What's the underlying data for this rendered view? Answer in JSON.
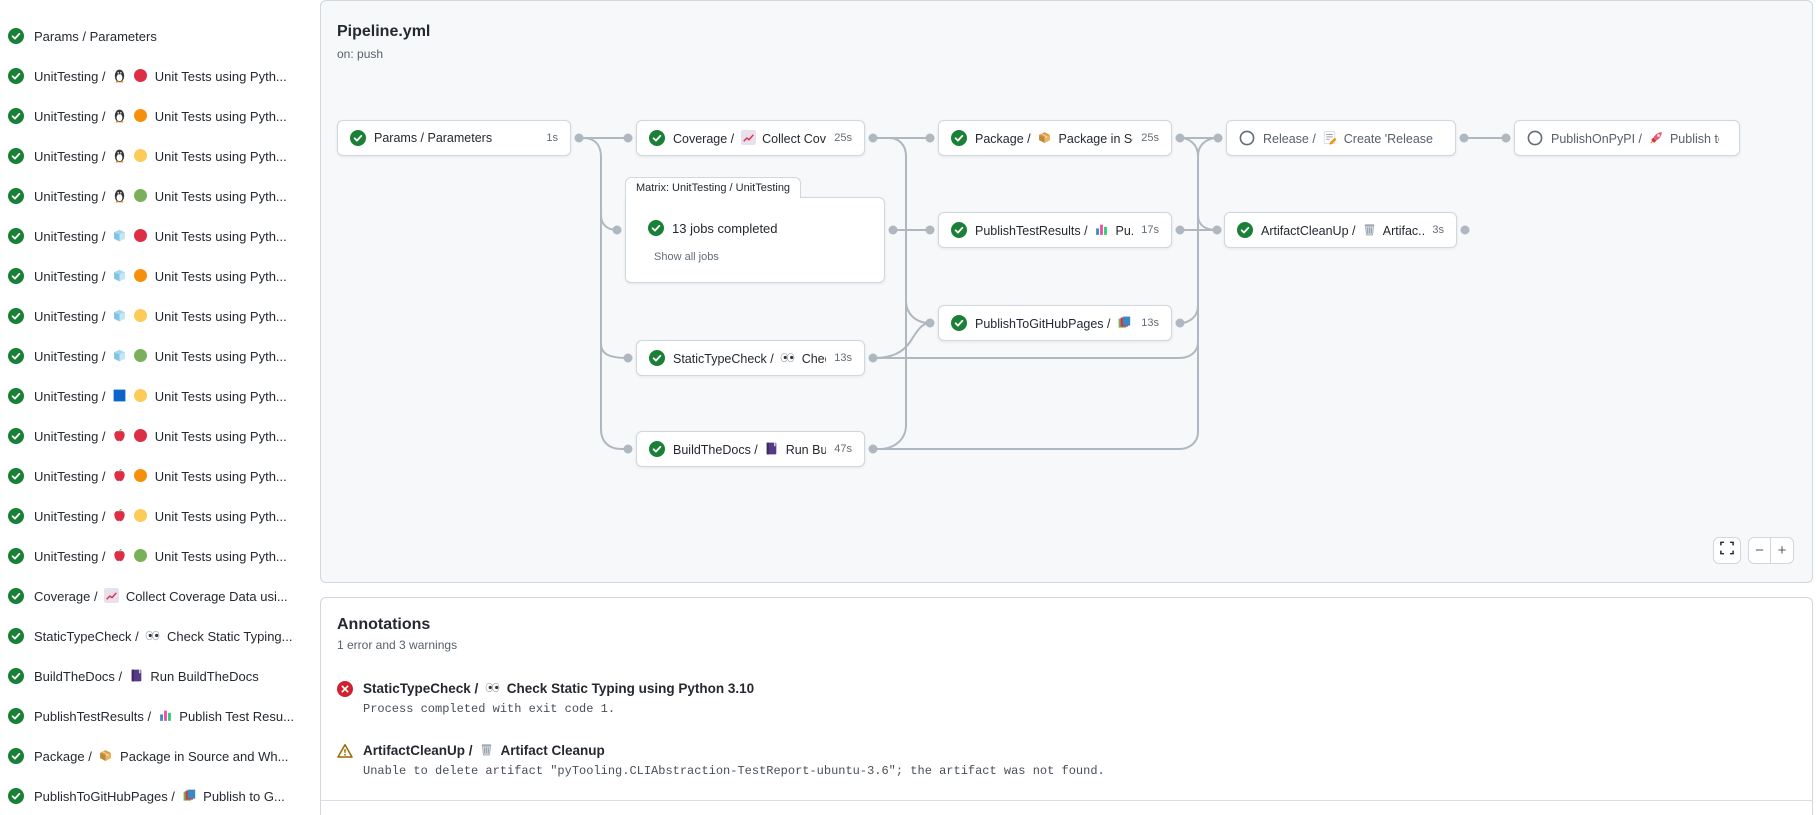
{
  "colors": {
    "success": "#1a7f37",
    "error": "#cf222e",
    "warning": "#9a6700",
    "edge": "#afb8c1",
    "dot-red": "#dd2e44",
    "dot-orange": "#f4900c",
    "dot-yellow": "#fdcb58",
    "dot-green": "#78b159"
  },
  "sidebar": {
    "jobs": [
      {
        "status": "success",
        "prefix": "Params / Parameters",
        "icons": [],
        "text": ""
      },
      {
        "status": "success",
        "prefix": "UnitTesting /",
        "icons": [
          "penguin",
          "dot-red"
        ],
        "text": "Unit Tests using Pyth..."
      },
      {
        "status": "success",
        "prefix": "UnitTesting /",
        "icons": [
          "penguin",
          "dot-orange"
        ],
        "text": "Unit Tests using Pyth..."
      },
      {
        "status": "success",
        "prefix": "UnitTesting /",
        "icons": [
          "penguin",
          "dot-yellow"
        ],
        "text": "Unit Tests using Pyth..."
      },
      {
        "status": "success",
        "prefix": "UnitTesting /",
        "icons": [
          "penguin",
          "dot-green"
        ],
        "text": "Unit Tests using Pyth..."
      },
      {
        "status": "success",
        "prefix": "UnitTesting /",
        "icons": [
          "ice-cube",
          "dot-red"
        ],
        "text": "Unit Tests using Pyth..."
      },
      {
        "status": "success",
        "prefix": "UnitTesting /",
        "icons": [
          "ice-cube",
          "dot-orange"
        ],
        "text": "Unit Tests using Pyth..."
      },
      {
        "status": "success",
        "prefix": "UnitTesting /",
        "icons": [
          "ice-cube",
          "dot-yellow"
        ],
        "text": "Unit Tests using Pyth..."
      },
      {
        "status": "success",
        "prefix": "UnitTesting /",
        "icons": [
          "ice-cube",
          "dot-green"
        ],
        "text": "Unit Tests using Pyth..."
      },
      {
        "status": "success",
        "prefix": "UnitTesting /",
        "icons": [
          "blue-square",
          "dot-yellow"
        ],
        "text": "Unit Tests using Pyth..."
      },
      {
        "status": "success",
        "prefix": "UnitTesting /",
        "icons": [
          "red-apple",
          "dot-red"
        ],
        "text": "Unit Tests using Pyth..."
      },
      {
        "status": "success",
        "prefix": "UnitTesting /",
        "icons": [
          "red-apple",
          "dot-orange"
        ],
        "text": "Unit Tests using Pyth..."
      },
      {
        "status": "success",
        "prefix": "UnitTesting /",
        "icons": [
          "red-apple",
          "dot-yellow"
        ],
        "text": "Unit Tests using Pyth..."
      },
      {
        "status": "success",
        "prefix": "UnitTesting /",
        "icons": [
          "red-apple",
          "dot-green"
        ],
        "text": "Unit Tests using Pyth..."
      },
      {
        "status": "success",
        "prefix": "Coverage /",
        "icons": [
          "chart-increasing"
        ],
        "text": "Collect Coverage Data usi..."
      },
      {
        "status": "success",
        "prefix": "StaticTypeCheck /",
        "icons": [
          "eyes"
        ],
        "text": "Check Static Typing..."
      },
      {
        "status": "success",
        "prefix": "BuildTheDocs /",
        "icons": [
          "notebook"
        ],
        "text": "Run BuildTheDocs"
      },
      {
        "status": "success",
        "prefix": "PublishTestResults /",
        "icons": [
          "bar-chart"
        ],
        "text": "Publish Test Resu..."
      },
      {
        "status": "success",
        "prefix": "Package /",
        "icons": [
          "package-box"
        ],
        "text": "Package in Source and Wh..."
      },
      {
        "status": "success",
        "prefix": "PublishToGitHubPages /",
        "icons": [
          "layered-pages"
        ],
        "text": "Publish to G..."
      }
    ]
  },
  "graph": {
    "title": "Pipeline.yml",
    "trigger": "on: push",
    "nodes": [
      {
        "id": "params",
        "status": "success",
        "prefix": "Params / Parameters",
        "icon": null,
        "text": "",
        "duration": "1s"
      },
      {
        "id": "coverage",
        "status": "success",
        "prefix": "Coverage /",
        "icon": "chart-increasing",
        "text": "Collect Cove...",
        "duration": "25s"
      },
      {
        "id": "package",
        "status": "success",
        "prefix": "Package /",
        "icon": "package-box",
        "text": "Package in So...",
        "duration": "25s"
      },
      {
        "id": "release",
        "status": "skipped",
        "prefix": "Release /",
        "icon": "memo-pencil",
        "text": "Create 'Release P...",
        "duration": ""
      },
      {
        "id": "pypi",
        "status": "skipped",
        "prefix": "PublishOnPyPI /",
        "icon": "rocket",
        "text": "Publish to ...",
        "duration": ""
      },
      {
        "id": "ptr",
        "status": "success",
        "prefix": "PublishTestResults /",
        "icon": "bar-chart",
        "text": "Pu...",
        "duration": "17s"
      },
      {
        "id": "acu",
        "status": "success",
        "prefix": "ArtifactCleanUp /",
        "icon": "wastebasket",
        "text": "Artifac...",
        "duration": "3s"
      },
      {
        "id": "ptghp",
        "status": "success",
        "prefix": "PublishToGitHubPages /",
        "icon": "layered-pages",
        "text": "...",
        "duration": "13s"
      },
      {
        "id": "stc",
        "status": "success",
        "prefix": "StaticTypeCheck /",
        "icon": "eyes",
        "text": "Chec...",
        "duration": "13s"
      },
      {
        "id": "btd",
        "status": "success",
        "prefix": "BuildTheDocs /",
        "icon": "notebook",
        "text": "Run Buil...",
        "duration": "47s"
      }
    ],
    "matrix": {
      "tab": "Matrix: UnitTesting / UnitTesting",
      "status": "success",
      "summary": "13 jobs completed",
      "link": "Show all jobs"
    },
    "controls": {
      "zoom_out": "−",
      "zoom_in": "+"
    }
  },
  "annotations": {
    "title": "Annotations",
    "subtitle": "1 error and 3 warnings",
    "items": [
      {
        "type": "error",
        "prefix": "StaticTypeCheck /",
        "icon": "eyes",
        "text": "Check Static Typing using Python 3.10",
        "message": "Process completed with exit code 1."
      },
      {
        "type": "warning",
        "prefix": "ArtifactCleanUp /",
        "icon": "wastebasket",
        "text": "Artifact Cleanup",
        "message": "Unable to delete artifact \"pyTooling.CLIAbstraction-TestReport-ubuntu-3.6\"; the artifact was not found."
      }
    ]
  }
}
